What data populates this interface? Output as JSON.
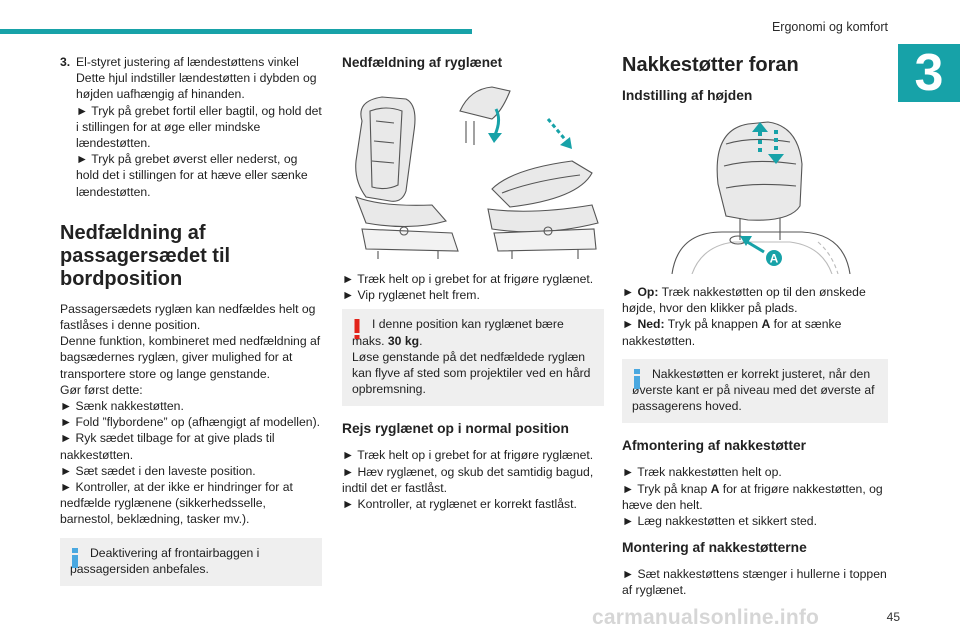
{
  "header": {
    "section_title": "Ergonomi og komfort",
    "chapter_number": "3",
    "page_number": "45"
  },
  "watermark": "carmanualsonline.info",
  "col1": {
    "item3": {
      "number": "3.",
      "line1": "El-styret justering af lændestøttens vinkel",
      "line2": "Dette hjul indstiller lændestøtten i dybden og højden uafhængig af hinanden.",
      "line3": "► Tryk på grebet fortil eller bagtil, og hold det i stillingen for at øge eller mindske lændestøtten.",
      "line4": "► Tryk på grebet øverst eller nederst, og hold det i stillingen for at hæve eller sænke lændestøtten."
    },
    "heading": "Nedfældning af passagersædet til bordposition",
    "body": [
      "Passagersædets ryglæn kan nedfældes helt og fastlåses i denne position.",
      "Denne funktion, kombineret med nedfældning af bagsædernes ryglæn, giver mulighed for at transportere store og lange genstande.",
      "Gør først dette:",
      "► Sænk nakkestøtten.",
      "► Fold ”flybordene” op (afhængigt af modellen).",
      "► Ryk sædet tilbage for at give plads til nakkestøtten.",
      "► Sæt sædet i den laveste position.",
      "► Kontroller, at der ikke er hindringer for at nedfælde ryglænene (sikkerhedsselle, barnestol, beklædning, tasker mv.)."
    ],
    "note": "Deaktivering af frontairbaggen i passagersiden anbefales."
  },
  "col2": {
    "heading": "Nedfældning af ryglænet",
    "steps": [
      "► Træk helt op i grebet for at frigøre ryglænet.",
      "► Vip ryglænet helt frem."
    ],
    "warning_pre": "I denne position kan ryglænet bære maks. ",
    "warning_bold": "30 kg",
    "warning_post": ".",
    "warning_body": "Løse genstande på det nedfældede ryglæn kan flyve af sted som projektiler ved en hård opbremsning.",
    "heading2": "Rejs ryglænet op i normal position",
    "steps2": [
      "► Træk helt op i grebet for at frigøre ryglænet.",
      "► Hæv ryglænet, og skub det samtidig bagud, indtil det er fastlåst.",
      "► Kontroller, at ryglænet er korrekt fastlåst."
    ]
  },
  "col3": {
    "heading": "Nakkestøtter foran",
    "sub1": "Indstilling af højden",
    "callout_label": "A",
    "op_label": "Op:",
    "op_text": " Træk nakkestøtten op til den ønskede højde, hvor den klikker på plads.",
    "ned_label": "Ned:",
    "ned_text_pre": " Tryk på knappen ",
    "ned_key": "A",
    "ned_text_post": " for at sænke nakkestøtten.",
    "bullet": "► ",
    "note": "Nakkestøtten er korrekt justeret, når den øverste kant er på niveau med det øverste af passagerens hoved.",
    "sub2": "Afmontering af nakkestøtter",
    "rem1": "► Træk nakkestøtten helt op.",
    "rem2_pre": "► Tryk på knap ",
    "rem2_key": "A",
    "rem2_post": " for at frigøre nakkestøtten, og hæve den helt.",
    "rem3": "► Læg nakkestøtten et sikkert sted.",
    "sub3": "Montering af nakkestøtterne",
    "mount1": "► Sæt nakkestøttens stænger i hullerne i toppen af ryglænet."
  },
  "colors": {
    "accent": "#17a2a8",
    "info_icon": "#4aa8e0",
    "warning_icon": "#e2231a",
    "note_bg": "#efefef"
  },
  "icons": {
    "info": "info-icon",
    "warning": "warning-icon"
  }
}
